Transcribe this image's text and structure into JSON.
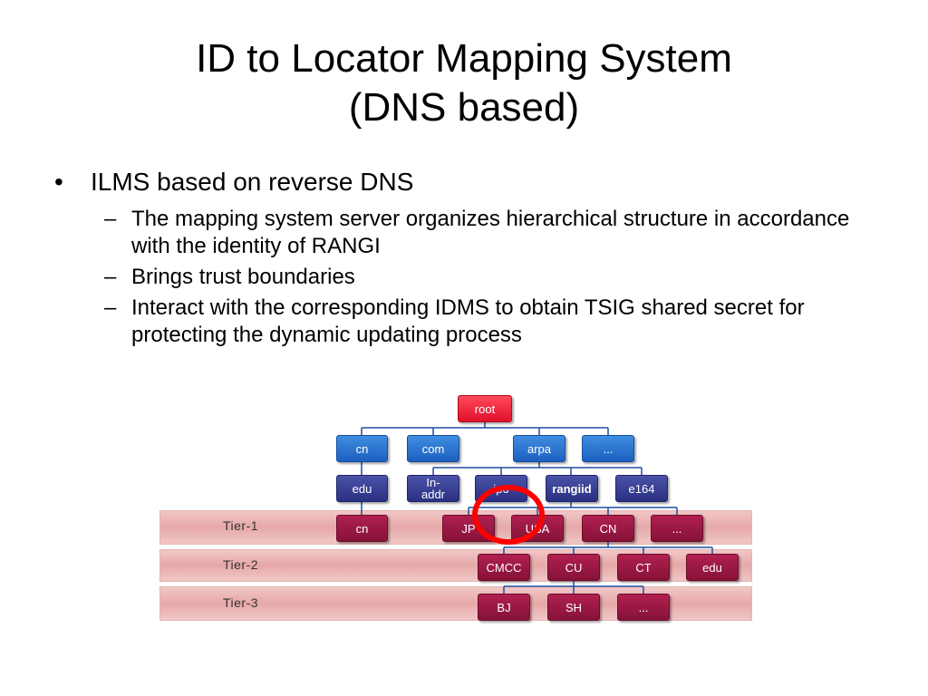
{
  "title": {
    "line1": "ID to Locator Mapping System",
    "line2": "(DNS based)"
  },
  "bullets": {
    "level1_mark": "•",
    "level2_mark": "–",
    "main": "ILMS based on reverse DNS",
    "sub": [
      "The mapping system server organizes hierarchical structure in accordance with the identity of RANGI",
      "Brings trust boundaries",
      "Interact with the corresponding IDMS to obtain TSIG shared secret  for protecting the dynamic updating process"
    ]
  },
  "diagram": {
    "root": "root",
    "level1": [
      "cn",
      "com",
      "arpa",
      "..."
    ],
    "level2": [
      "edu",
      "In-\naddr",
      "ip6",
      "rangiid",
      "e164"
    ],
    "tier_labels": [
      "Tier-1",
      "Tier-2",
      "Tier-3"
    ],
    "tier1": [
      "cn",
      "JP",
      "USA",
      "CN",
      "..."
    ],
    "tier2": [
      "CMCC",
      "CU",
      "CT",
      "edu"
    ],
    "tier3": [
      "BJ",
      "SH",
      "..."
    ],
    "colors": {
      "root": "#e8142e",
      "level1": "#2a72d0",
      "level2": "#2e3590",
      "tier_nodes": "#9a1744",
      "tier_band": "#eab4b4",
      "highlight_circle": "#ff0000"
    }
  }
}
